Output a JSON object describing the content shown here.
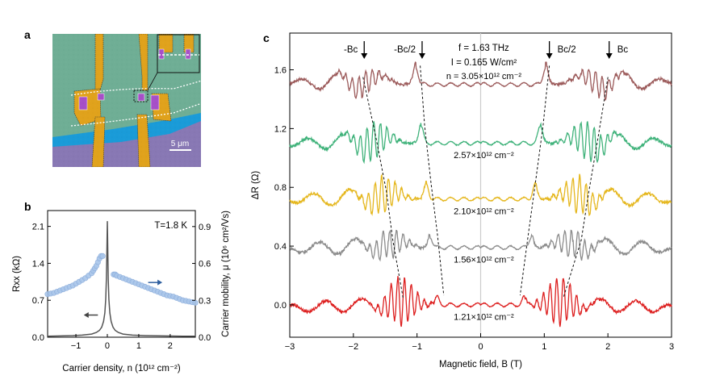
{
  "panels": {
    "a": "a",
    "b": "b",
    "c": "c"
  },
  "panel_a": {
    "scale_bar_label": "5 μm",
    "colors": {
      "substrate": "#6fae95",
      "contact": "#e0a21c",
      "contact_edge": "#c98d10",
      "channel": "#a64fc8",
      "bottom_bg": "#8878b4",
      "blue_band": "#1a9bd8"
    }
  },
  "chart_data": [
    {
      "panel": "b",
      "type": "line",
      "title": "",
      "annotation": "T=1.8 K",
      "xlabel": "Carrier density, n (10¹² cm⁻²)",
      "ylabel_left": "Rxx (kΩ)",
      "ylabel_right": "Carrier mobility, μ (10⁶ cm²/Vs)",
      "xlim": [
        -1.9,
        2.8
      ],
      "ylim_left": [
        0,
        2.4
      ],
      "ylim_right": [
        0,
        1.03
      ],
      "x_ticks": [
        "−1",
        "0",
        "1",
        "2"
      ],
      "x_tick_values": [
        -1,
        0,
        1,
        2
      ],
      "y_ticks_left": [
        "0.0",
        "0.7",
        "1.4",
        "2.1"
      ],
      "y_tick_values_left": [
        0,
        0.7,
        1.4,
        2.1
      ],
      "y_ticks_right": [
        "0.0",
        "0.3",
        "0.6",
        "0.9"
      ],
      "y_tick_values_right": [
        0,
        0.3,
        0.6,
        0.9
      ],
      "colors": {
        "rxx": "#555555",
        "mobility": "#a9c6ea",
        "mobility_edge": "#8fb0dd",
        "arrow_right": "#2f5f9f",
        "arrow_left": "#444444"
      },
      "series": [
        {
          "axis": "left",
          "style": "line",
          "x": [
            -1.9,
            -1.5,
            -1.1,
            -0.8,
            -0.5,
            -0.35,
            -0.25,
            -0.18,
            -0.12,
            -0.08,
            -0.05,
            -0.03,
            -0.015,
            0,
            0.015,
            0.03,
            0.05,
            0.08,
            0.12,
            0.18,
            0.25,
            0.35,
            0.5,
            0.8,
            1.2,
            1.8,
            2.4,
            2.8
          ],
          "y": [
            0.02,
            0.025,
            0.03,
            0.04,
            0.06,
            0.09,
            0.13,
            0.19,
            0.3,
            0.46,
            0.72,
            1.1,
            1.6,
            2.2,
            1.6,
            1.1,
            0.72,
            0.46,
            0.3,
            0.19,
            0.13,
            0.09,
            0.06,
            0.04,
            0.03,
            0.025,
            0.02,
            0.02
          ]
        },
        {
          "axis": "right",
          "style": "scatter",
          "x": [
            -1.9,
            -1.8,
            -1.7,
            -1.6,
            -1.5,
            -1.4,
            -1.3,
            -1.2,
            -1.1,
            -1.0,
            -0.9,
            -0.8,
            -0.7,
            -0.6,
            -0.5,
            -0.45,
            -0.4,
            -0.35,
            -0.3,
            -0.25,
            -0.2,
            -0.15,
            0.2,
            0.25,
            0.3,
            0.4,
            0.5,
            0.6,
            0.7,
            0.8,
            0.9,
            1.0,
            1.1,
            1.2,
            1.3,
            1.4,
            1.5,
            1.6,
            1.7,
            1.8,
            1.9,
            2.0,
            2.1,
            2.2,
            2.3,
            2.4,
            2.5,
            2.6,
            2.7,
            2.8
          ],
          "y": [
            0.35,
            0.355,
            0.36,
            0.37,
            0.38,
            0.39,
            0.4,
            0.41,
            0.42,
            0.435,
            0.45,
            0.465,
            0.48,
            0.5,
            0.52,
            0.54,
            0.56,
            0.58,
            0.61,
            0.64,
            0.66,
            0.66,
            0.51,
            0.51,
            0.5,
            0.49,
            0.48,
            0.47,
            0.46,
            0.45,
            0.44,
            0.43,
            0.42,
            0.41,
            0.4,
            0.39,
            0.38,
            0.37,
            0.36,
            0.35,
            0.34,
            0.335,
            0.33,
            0.32,
            0.31,
            0.3,
            0.295,
            0.29,
            0.285,
            0.28
          ]
        }
      ]
    },
    {
      "panel": "c",
      "type": "line",
      "title": "",
      "xlabel": "Magnetic field, B (T)",
      "ylabel": "ΔR (Ω)",
      "xlim": [
        -3,
        3
      ],
      "ylim": [
        -0.22,
        1.85
      ],
      "x_ticks": [
        "−3",
        "−2",
        "−1",
        "0",
        "1",
        "2",
        "3"
      ],
      "x_tick_values": [
        -3,
        -2,
        -1,
        0,
        1,
        2,
        3
      ],
      "y_ticks": [
        "0.0",
        "0.4",
        "0.8",
        "1.2",
        "1.6"
      ],
      "y_tick_values": [
        0,
        0.4,
        0.8,
        1.2,
        1.6
      ],
      "info": {
        "frequency": "f = 1.63 THz",
        "intensity": "I = 0.165 W/cm²"
      },
      "markers": [
        {
          "label": "-Bc",
          "B": -1.83
        },
        {
          "label": "-Bc/2",
          "B": -0.92
        },
        {
          "label": "Bc/2",
          "B": 1.08
        },
        {
          "label": "Bc",
          "B": 2.02
        }
      ],
      "series": [
        {
          "label": "n = 3.05×10¹² cm⁻²",
          "density": 3.05,
          "offset": 1.5,
          "color": "#9c5b5b",
          "bc": 1.85,
          "amp": 0.08,
          "ripple": 0.06,
          "peak": 0.12
        },
        {
          "label": "2.57×10¹² cm⁻²",
          "density": 2.57,
          "offset": 1.1,
          "color": "#3fb27a",
          "bc": 1.7,
          "amp": 0.13,
          "ripple": 0.045,
          "peak": 0.11
        },
        {
          "label": "2.10×10¹² cm⁻²",
          "density": 2.1,
          "offset": 0.72,
          "color": "#e5b71e",
          "bc": 1.55,
          "amp": 0.12,
          "ripple": 0.045,
          "peak": 0.1
        },
        {
          "label": "1.56×10¹² cm⁻²",
          "density": 1.56,
          "offset": 0.39,
          "color": "#8c8c8c",
          "bc": 1.45,
          "amp": 0.1,
          "ripple": 0.04,
          "peak": 0.08
        },
        {
          "label": "1.21×10¹² cm⁻²",
          "density": 1.21,
          "offset": 0.0,
          "color": "#dd2020",
          "bc": 1.25,
          "amp": 0.16,
          "ripple": 0.025,
          "peak": 0.05
        }
      ],
      "dashed_lines": [
        {
          "name": "outer-left",
          "B": [
            -1.85,
            -1.65,
            -1.48,
            -1.38,
            -1.22
          ]
        },
        {
          "name": "inner-left",
          "B": [
            -0.95,
            -0.88,
            -0.78,
            -0.68,
            -0.58
          ]
        },
        {
          "name": "inner-right",
          "B": [
            1.08,
            0.98,
            0.86,
            0.75,
            0.62
          ]
        },
        {
          "name": "outer-right",
          "B": [
            2.0,
            1.85,
            1.7,
            1.58,
            1.3
          ]
        }
      ]
    }
  ]
}
